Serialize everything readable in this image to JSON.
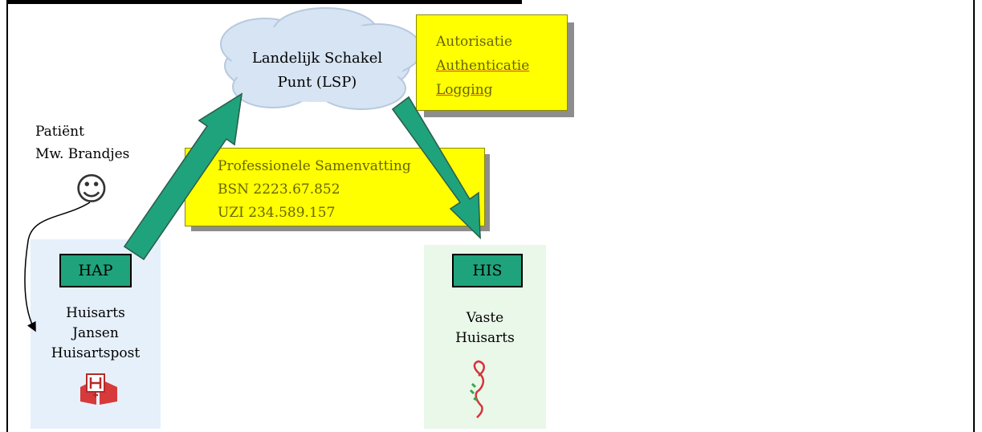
{
  "colors": {
    "arrow": "#1fa37c",
    "yellow_box": "#ffff00",
    "hap_panel": "#e6f0fb",
    "his_panel": "#e9f8e9",
    "cloud": "#d6e4f4"
  },
  "lsp": {
    "line1": "Landelijk Schakel",
    "line2": "Punt (LSP)"
  },
  "security": {
    "line1": "Autorisatie",
    "line2": "Authenticatie",
    "line3": "Logging"
  },
  "patient": {
    "line1": "Patiënt",
    "line2": "Mw. Brandjes",
    "face": "☺"
  },
  "message": {
    "line1": "Professionele Samenvatting",
    "line2": "BSN 2223.67.852",
    "line3": "UZI 234.589.157"
  },
  "hap": {
    "label": "HAP",
    "line1": "Huisarts",
    "line2": "Jansen",
    "line3": "Huisartspost",
    "icon": "hospital-h-icon"
  },
  "his": {
    "label": "HIS",
    "line1": "Vaste",
    "line2": "Huisarts",
    "icon": "caduceus-icon"
  }
}
